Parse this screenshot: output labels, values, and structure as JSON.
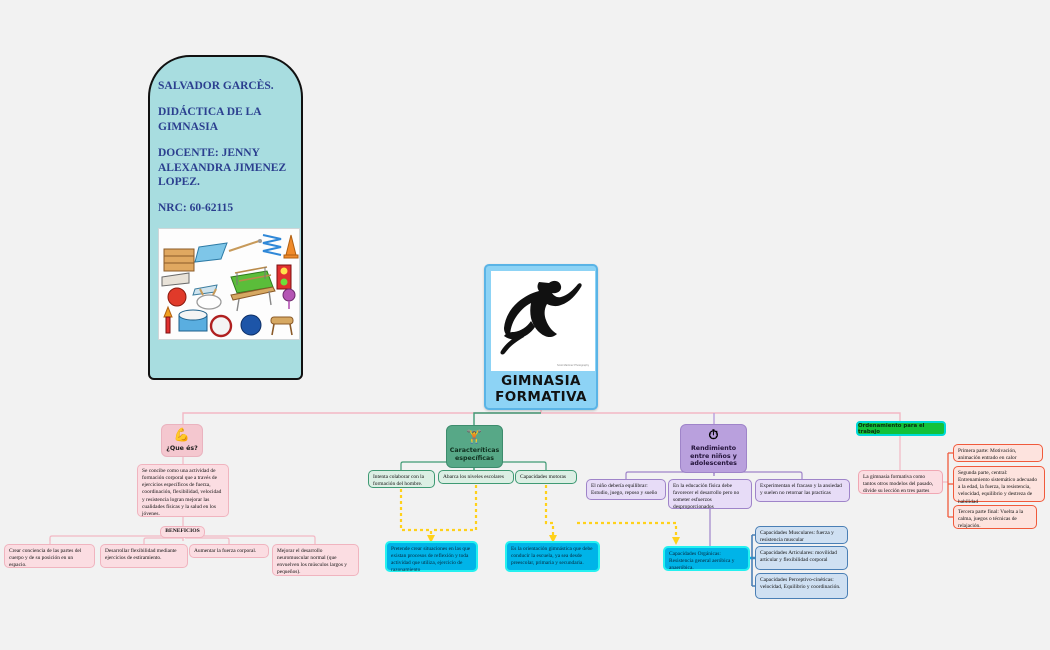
{
  "title_card": {
    "lines": [
      "SALVADOR GARCÈS.",
      "DIDÁCTICA DE LA GIMNASIA",
      "DOCENTE: JENNY ALEXANDRA JIMENEZ LOPEZ.",
      "NRC: 60-62115"
    ],
    "image_name": "gym-equipment-collage",
    "bg_color": "#a8dde0",
    "text_color": "#2b3f8f"
  },
  "center": {
    "label": "GIMNASIA FORMATIVA",
    "image_name": "gymnast-silhouette",
    "credit": "Scott Martinez Photography",
    "bg_color": "#8dd3f5"
  },
  "branches": {
    "que_es": {
      "head_label": "¿Que és?",
      "head_icon": "flexed-biceps-icon",
      "color": "#f4c7cf",
      "description": "Se concibe como una actividad de formación corporal que a través de ejercicios específicos de fuerza, coordinación, flexibilidad, velocidad y resistencia logran mejorar las cualidades físicas y la salud en los jóvenes.",
      "benefits_title": "BENEFICIOS",
      "benefits": [
        "Crear conciencia de las partes del cuerpo y de su posición en un espacio.",
        "Desarrollar flexibilidad mediante ejercicios de estiramiento.",
        "Aumentar la fuerza corporal.",
        "Mejorar el desarrollo neuromuscular normal (que envuelven los músculos largos y pequeños)."
      ]
    },
    "caracteristicas": {
      "head_label": "Caracteríticas específicas",
      "head_icon": "dumbbell-icon",
      "color": "#57a887",
      "items": [
        "Intenta colaborar con la formación del hombre.",
        "Abarca los niveles escolares",
        "Capacidades motoras"
      ],
      "callouts": [
        "Pretende crear situaciones en las que existan procesos de reflexión y toda actividad que utiliza, ejercicio de razonamiento",
        "Es la orientación gimnástica que debe conducir la escuela, ya sea desde preescolar, primaria y secundaria."
      ]
    },
    "rendimiento": {
      "head_label": "Rendimiento entre niños y adolescentes",
      "head_icon": "stopwatch-icon",
      "color": "#b9a0dd",
      "items": [
        "El niño debería equilibrar: Estudio, juego, reposo y sueño",
        "En la educación física debe favorecer el desarrollo pero no someter esfuerzos desproporcionados",
        "Experimentan  el fracaso y la ansiedad y suelen no retornar las practicas"
      ],
      "capacidad_organica": "Capacidades Orgánicas: Resistencia general aeróbica y anaeróbica.",
      "capacidades": [
        "Capacidades Musculares: fuerza y resistencia muscular",
        "Capacidades Articulares: movilidad articular y flexibilidad corporal",
        "Capacidades Perceptivo-cinéticas: velocidad, Equilibrio y coordinación."
      ]
    },
    "ordenamiento": {
      "head_label": "Ordenamiento para el trabajo",
      "color": "#13c23a",
      "main": "La gimnasia formativa como tantos otros modelos del pasado, divide su lección en tres partes",
      "parts": [
        "Primera parte: Motivación, animación entrado en calor",
        "Segunda parte, central: Entrenamiento sistemático adecuado a la edad, la fuerza, la resistencia, velocidad, equilibrio y destreza de habilidad",
        "Tercera parte final: Vuelta a la calma, juegos o técnicas de relajación."
      ]
    }
  }
}
